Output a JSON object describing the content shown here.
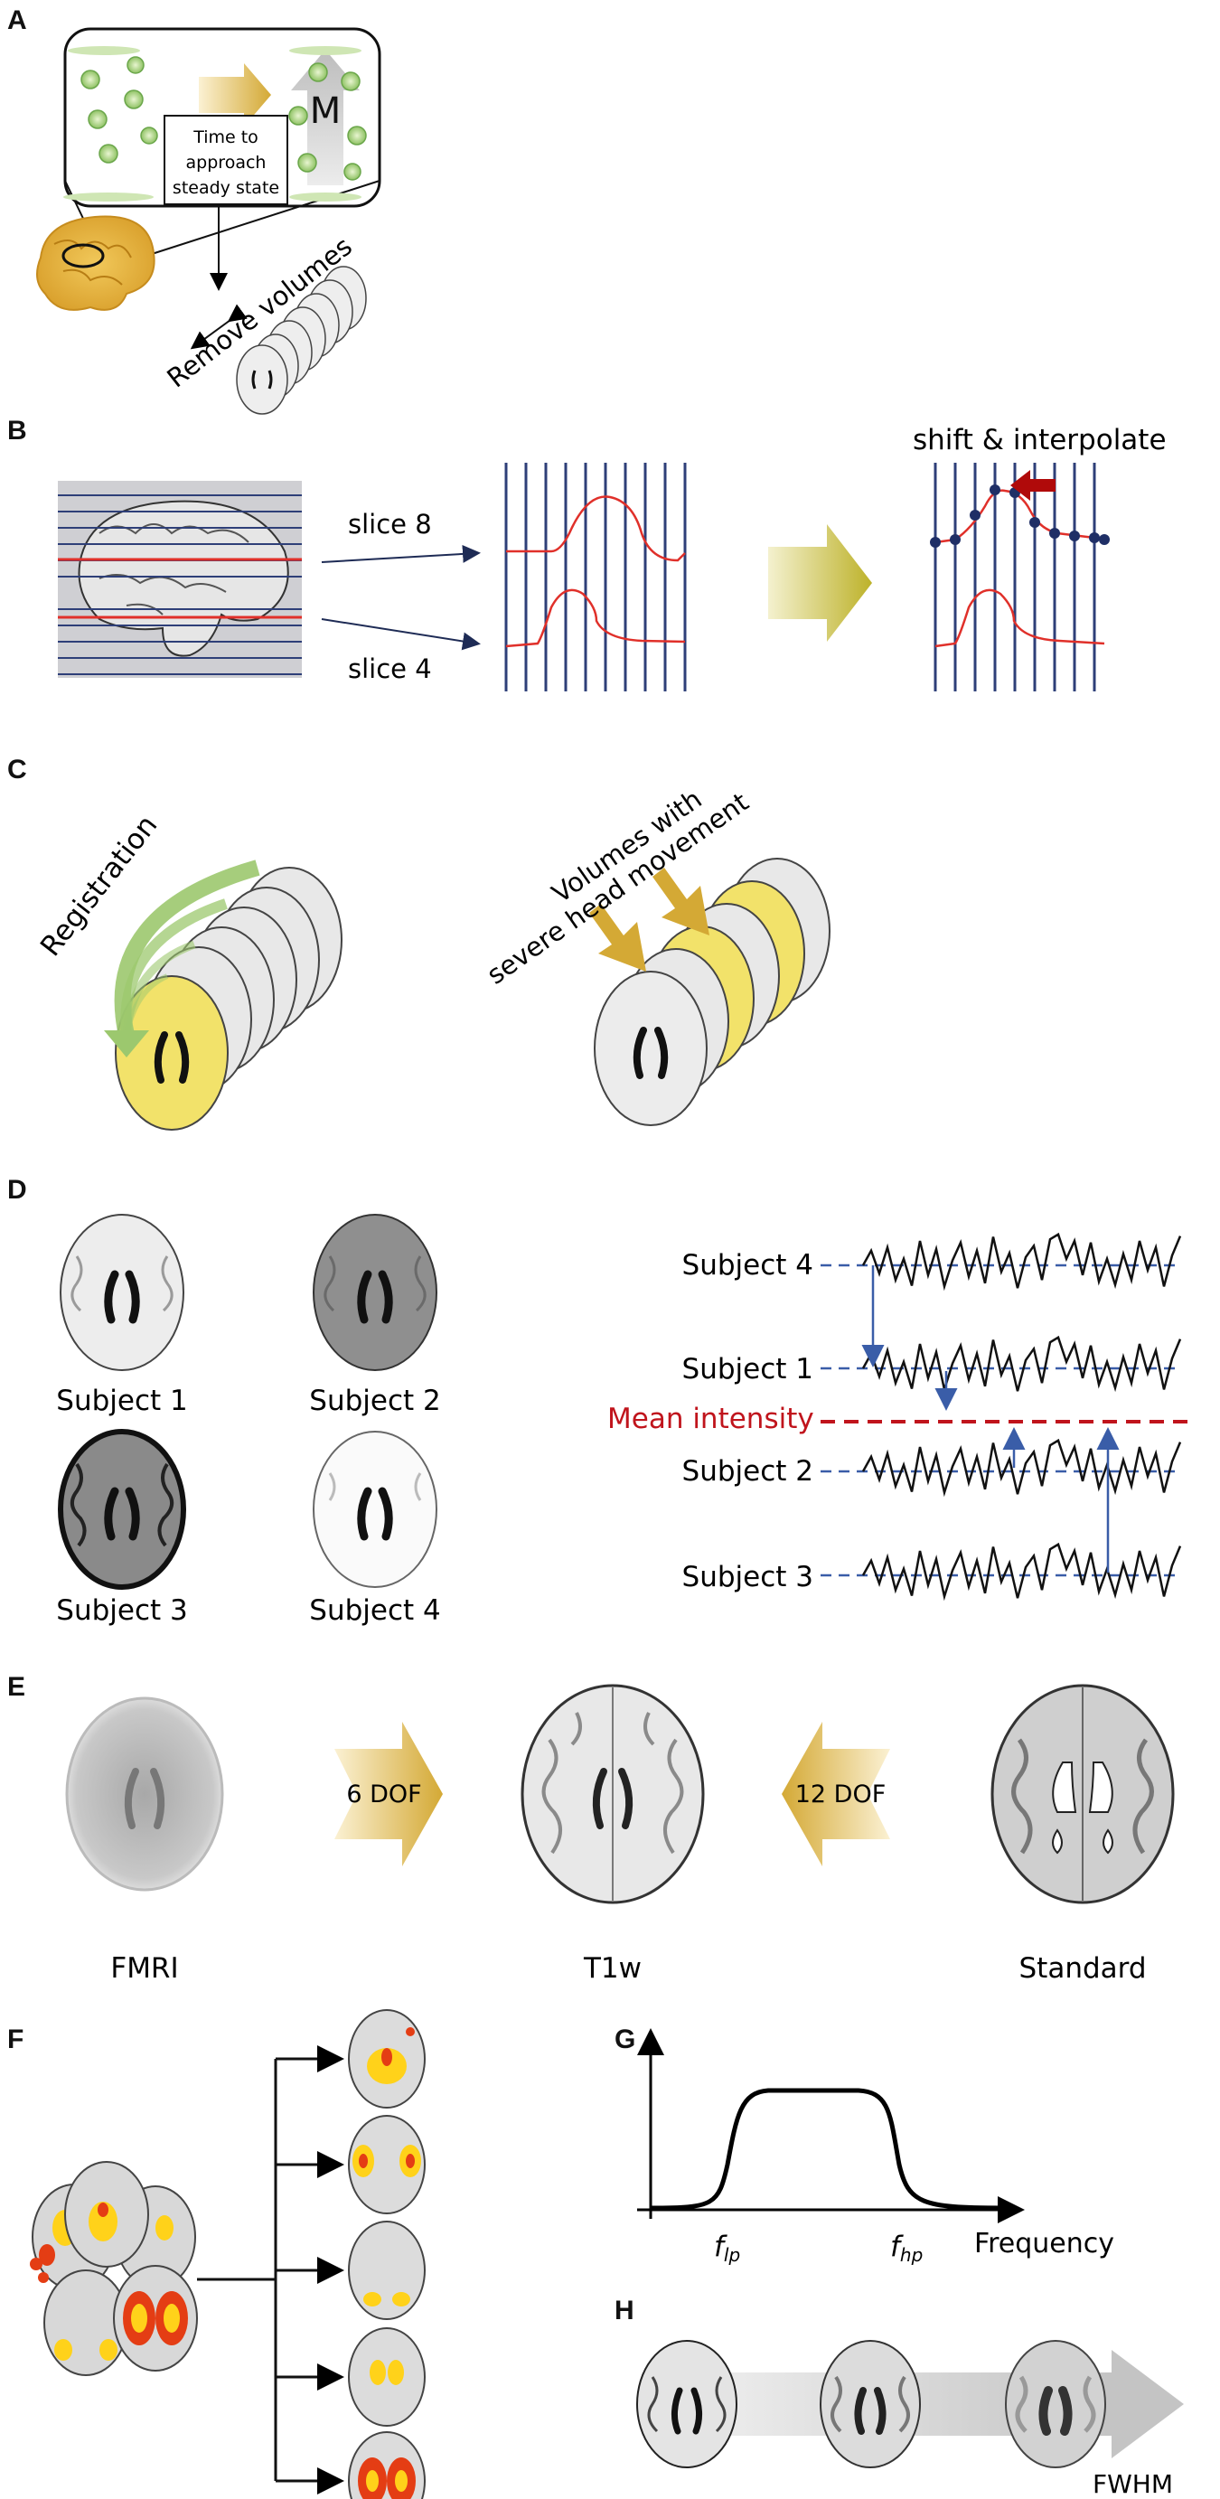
{
  "panels": {
    "a": "A",
    "b": "B",
    "c": "C",
    "d": "D",
    "e": "E",
    "f": "F",
    "g": "G",
    "h": "H"
  },
  "panel_a": {
    "box_text": [
      "Time to",
      "approach",
      "steady state"
    ],
    "remove_label": "Remove volumes",
    "m_label": "M"
  },
  "panel_b": {
    "slice8": "slice 8",
    "slice4": "slice 4",
    "shift_label": "shift & interpolate"
  },
  "panel_c": {
    "registration": "Registration",
    "movement_line1": "Volumes with",
    "movement_line2": "severe head movement"
  },
  "panel_d": {
    "subjects": [
      "Subject 1",
      "Subject 2",
      "Subject 3",
      "Subject 4"
    ],
    "mean_label": "Mean intensity",
    "mean_color": "#c0141c",
    "trace_order": [
      "Subject 4",
      "Subject 1",
      "Subject 2",
      "Subject 3"
    ]
  },
  "panel_e": {
    "fmri": "FMRI",
    "t1w": "T1w",
    "standard": "Standard",
    "dof6": "6 DOF",
    "dof12": "12 DOF"
  },
  "panel_g": {
    "flp_main": "f",
    "flp_sub": "lp",
    "fhp_main": "f",
    "fhp_sub": "hp",
    "xlabel": "Frequency"
  },
  "panel_h": {
    "fwhm": "FWHM"
  },
  "colors": {
    "gold": "#d4a935",
    "grid_blue": "#2e3f78",
    "signal_red": "#e0302a",
    "arrow_red": "#b00a0a",
    "dash_blue": "#3a5da8",
    "highlight_yellow": "#f2e26a",
    "activation_red": "#e43d14",
    "activation_yellow": "#ffd21a"
  }
}
